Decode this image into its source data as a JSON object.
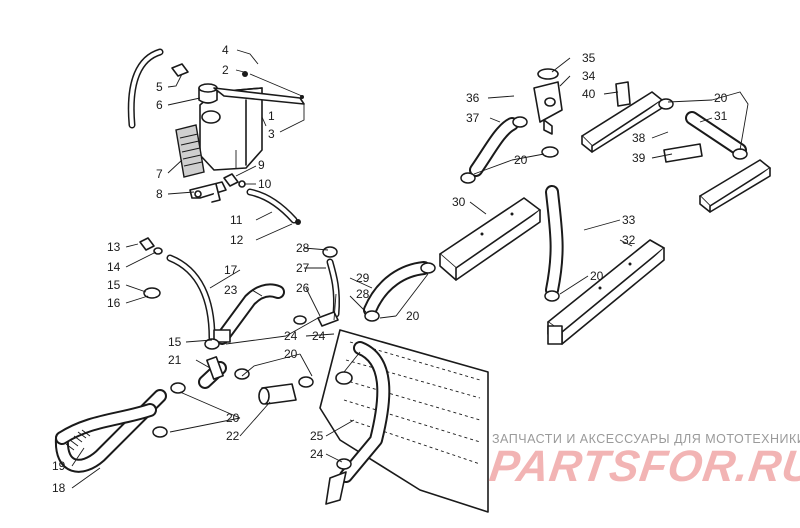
{
  "callouts": {
    "c1": "1",
    "c2": "2",
    "c3": "3",
    "c4": "4",
    "c5": "5",
    "c6": "6",
    "c7": "7",
    "c8": "8",
    "c9": "9",
    "c10": "10",
    "c11": "11",
    "c12": "12",
    "c13": "13",
    "c14": "14",
    "c15a": "15",
    "c15b": "15",
    "c16": "16",
    "c17": "17",
    "c18": "18",
    "c19": "19",
    "c20a": "20",
    "c20b": "20",
    "c20c": "20",
    "c20d": "20",
    "c20e": "20",
    "c20f": "20",
    "c21": "21",
    "c22": "22",
    "c23": "23",
    "c24a": "24",
    "c24b": "24",
    "c25": "25",
    "c26": "26",
    "c27": "27",
    "c28a": "28",
    "c28b": "28",
    "c29": "29",
    "c30": "30",
    "c31": "31",
    "c32": "32",
    "c33": "33",
    "c34": "34",
    "c35": "35",
    "c36": "36",
    "c37": "37",
    "c38": "38",
    "c39": "39",
    "c40": "40",
    "c24c": "24"
  },
  "watermark": {
    "tagline": "ЗАПЧАСТИ И АКСЕССУАРЫ ДЛЯ МОТОТЕХНИКИ",
    "logo": "PARTSFOR.RU"
  }
}
